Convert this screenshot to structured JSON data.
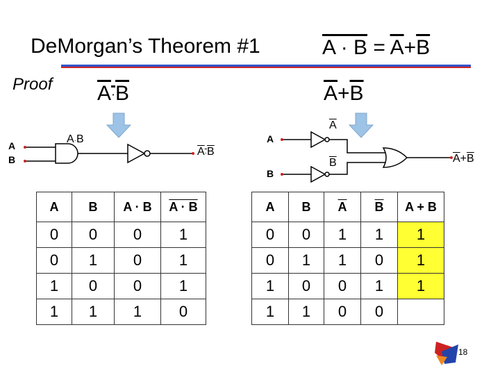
{
  "slide": {
    "title": "De​Morgan’s Theorem #1",
    "proof_label": "Proof",
    "page_number": "18"
  },
  "theorem": {
    "lhs": "A · B",
    "eq": "=",
    "rhs_a": "A",
    "rhs_plus": "+",
    "rhs_b": "B"
  },
  "left": {
    "heading": {
      "a": "A",
      "dot": "·",
      "b": "B"
    },
    "gate_inputs": [
      "A",
      "B"
    ],
    "and_output_label": {
      "a": "A",
      "dot": "·",
      "b": "B"
    },
    "inv_output_label": {
      "a": "A",
      "dot": "·",
      "b": "B"
    },
    "table": {
      "headers": [
        "A",
        "B",
        "A · B",
        "A · B"
      ],
      "rows": [
        [
          "0",
          "0",
          "0",
          "1"
        ],
        [
          "0",
          "1",
          "0",
          "1"
        ],
        [
          "1",
          "0",
          "0",
          "1"
        ],
        [
          "1",
          "1",
          "1",
          "0"
        ]
      ]
    }
  },
  "right": {
    "heading": {
      "a": "A",
      "plus": "+",
      "b": "B"
    },
    "gate_inputs": [
      "A",
      "B"
    ],
    "inv_labels": [
      "A",
      "B"
    ],
    "or_output_label": {
      "a": "A",
      "plus": "+",
      "b": "B"
    },
    "table": {
      "headers": [
        "A",
        "B",
        "A",
        "B",
        "A + B"
      ],
      "rows": [
        [
          "0",
          "0",
          "1",
          "1",
          "1"
        ],
        [
          "0",
          "1",
          "1",
          "0",
          "1"
        ],
        [
          "1",
          "0",
          "0",
          "1",
          "1"
        ],
        [
          "1",
          "1",
          "0",
          "0",
          ""
        ]
      ]
    }
  },
  "colors": {
    "arrow": "#9dc3e6",
    "highlight": "#ffff33",
    "wire_dot": "#cc2222",
    "rule_blue": "#3355cc",
    "rule_red": "#cc2222"
  }
}
